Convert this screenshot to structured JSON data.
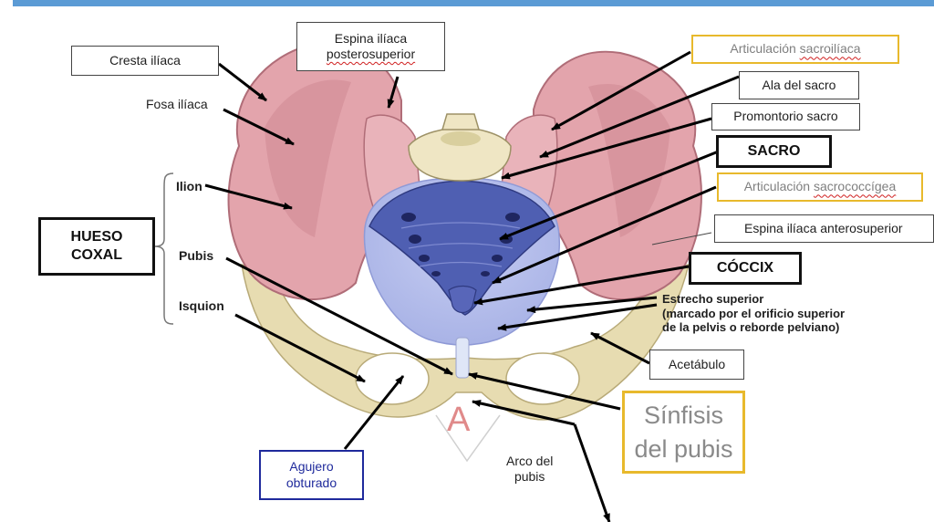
{
  "labels": {
    "cresta_iliaca": "Cresta ilíaca",
    "espina_post_1": "Espina ilíaca",
    "espina_post_2": "posterosuperior",
    "art_sacroiliaca_pre": "Articulación ",
    "art_sacroiliaca_word": "sacroilíaca",
    "ala_sacro": "Ala del sacro",
    "promontorio": "Promontorio sacro",
    "sacro": "SACRO",
    "art_sacrococcigea_pre": "Articulación ",
    "art_sacrococcigea_word": "sacrococcígea",
    "espina_antero": "Espina ilíaca anterosuperior",
    "coccix": "CÓCCIX",
    "estrecho_1": "Estrecho superior",
    "estrecho_2": "(marcado por el orificio superior",
    "estrecho_3": "de la pelvis o reborde pelviano)",
    "acetabulo": "Acetábulo",
    "sinfisis_1": "Sínfisis",
    "sinfisis_2": "del pubis",
    "arco_1": "Arco del",
    "arco_2": "pubis",
    "agujero_1": "Agujero",
    "agujero_2": "obturado",
    "fosa_iliaca": "Fosa ilíaca",
    "ilion": "Ilion",
    "pubis": "Pubis",
    "isquion": "Isquion",
    "hueso_1": "HUESO",
    "hueso_2": "COXAL",
    "pubic_mark": "A"
  },
  "colors": {
    "accent_bar": "#5b9bd5",
    "ilium": "#e3a4ac",
    "ilium_shade": "#c97f8a",
    "sacrum_blue": "#4f5fb2",
    "inlet": "#b9c2ee",
    "bone_cream": "#e7dcb1",
    "vertebra": "#efe6c4",
    "label_yellow": "#e8b92c",
    "label_blue": "#1f2a9c",
    "pubic_mark_red": "#e08a8a"
  }
}
